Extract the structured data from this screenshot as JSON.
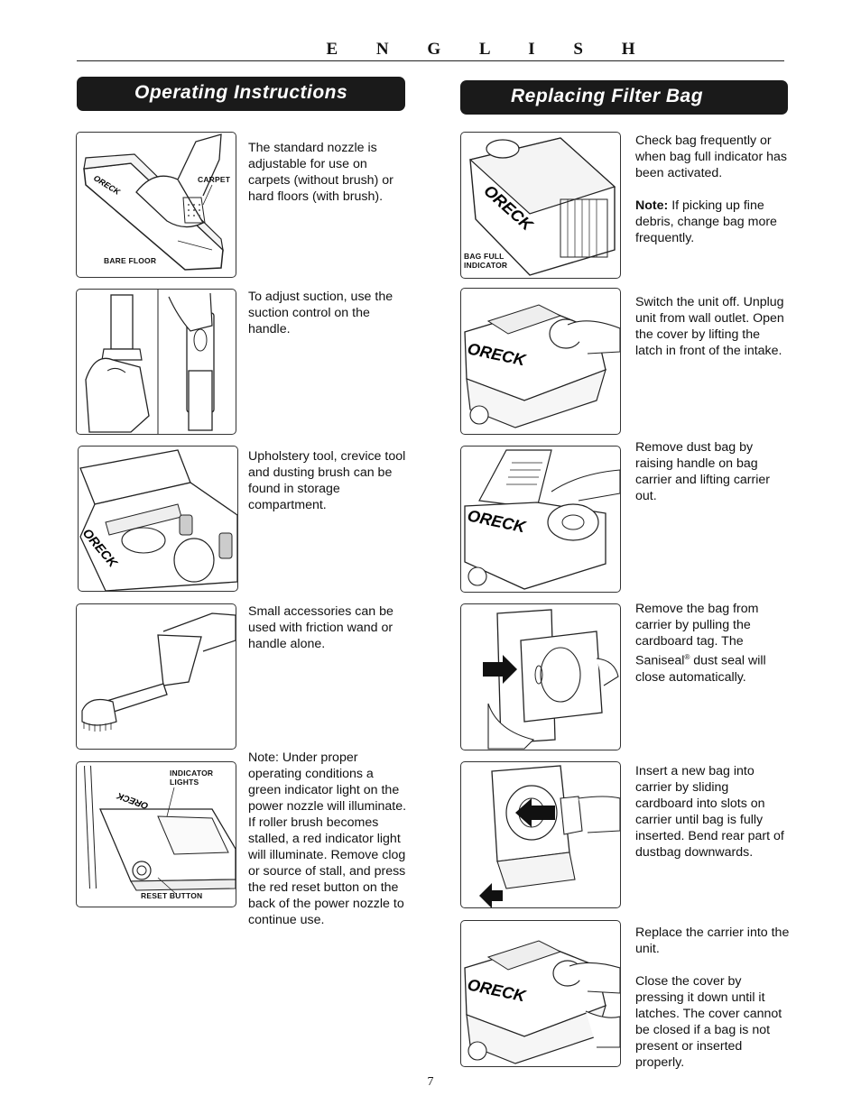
{
  "page": {
    "language": "E N G L I S H",
    "page_number": "7"
  },
  "sections": {
    "operating": {
      "title": "Operating Instructions"
    },
    "replacing": {
      "title": "Replacing Filter Bag"
    }
  },
  "operating_steps": [
    {
      "text": "The standard nozzle is\nadjustable for use on\ncarpets (without brush) or\nhard floors (with brush).",
      "labels": [
        "CARPET",
        "BARE FLOOR"
      ],
      "brand": "ORECK"
    },
    {
      "text": "To adjust suction, use the\nsuction control on the\nhandle."
    },
    {
      "text": "Upholstery tool, crevice tool\nand dusting brush can be\nfound in storage\ncompartment.",
      "brand": "ORECK"
    },
    {
      "text": "Small accessories can be\nused with friction wand or\nhandle alone."
    },
    {
      "text": "Note: Under proper\noperating conditions a\ngreen indicator light on the\npower nozzle will illuminate.\nIf roller brush becomes\nstalled, a red indicator light\nwill illuminate. Remove clog\nor source of stall, and press\nthe red reset button on the\nback of the power nozzle to\ncontinue use.",
      "labels": [
        "INDICATOR\nLIGHTS",
        "RESET BUTTON"
      ],
      "brand": "ORECK"
    }
  ],
  "replacing_steps": [
    {
      "text": "Check bag frequently or\nwhen bag full indicator has\nbeen activated.",
      "note_label": "Note:",
      "note_text": " If picking up fine\ndebris, change bag more\nfrequently.",
      "labels": [
        "BAG FULL\nINDICATOR"
      ],
      "brand": "ORECK"
    },
    {
      "text": "Switch the unit off. Unplug\nunit from wall outlet. Open\nthe cover by lifting the\nlatch in front of the intake.",
      "brand": "ORECK"
    },
    {
      "text": "Remove dust bag by\nraising handle on bag\ncarrier and lifting carrier\nout.",
      "brand": "ORECK"
    },
    {
      "text_before": "Remove the bag from\ncarrier by pulling the\ncardboard tag. The\nSaniseal",
      "registered": "®",
      "text_after": " dust seal will\nclose automatically."
    },
    {
      "text": "Insert a new bag into\ncarrier by sliding\ncardboard into slots on\ncarrier until bag is fully\ninserted. Bend rear part of\ndustbag downwards."
    },
    {
      "text": "Replace the carrier into the\nunit.\n\nClose the cover by\npressing it down until it\nlatches. The cover cannot\nbe closed if a bag is not\npresent or inserted\nproperly.",
      "brand": "ORECK"
    }
  ]
}
